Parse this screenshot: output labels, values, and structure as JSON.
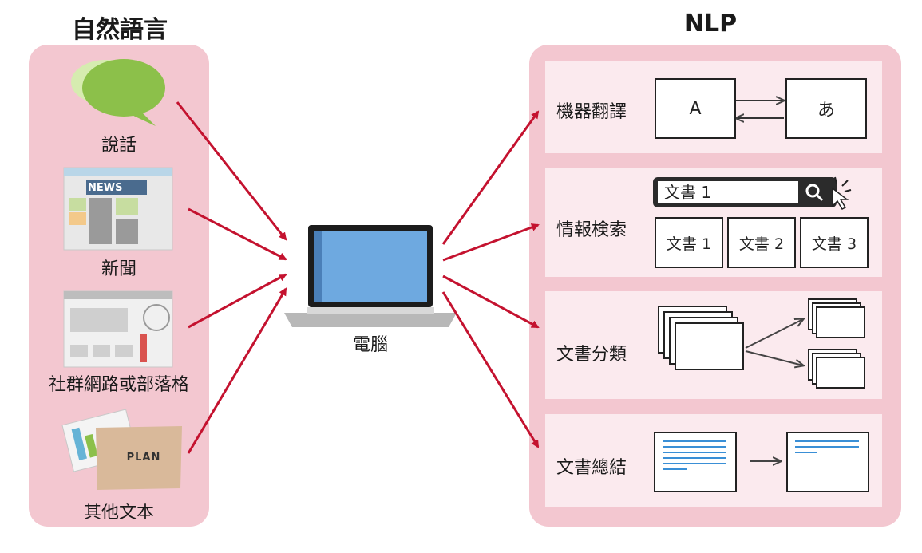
{
  "left": {
    "title": "自然語言",
    "items": [
      {
        "label": "說話",
        "icon": "speech-bubble-icon"
      },
      {
        "label": "新聞",
        "icon": "newspaper-icon",
        "badge": "NEWS"
      },
      {
        "label": "社群網路或部落格",
        "icon": "webpage-icon"
      },
      {
        "label": "其他文本",
        "icon": "documents-icon",
        "folder_text": "PLAN"
      }
    ]
  },
  "center": {
    "label": "電腦",
    "icon": "laptop-icon"
  },
  "right": {
    "title": "NLP",
    "tasks": [
      {
        "label": "機器翻譯",
        "source": "A",
        "target": "あ"
      },
      {
        "label": "情報検索",
        "query": "文書 1",
        "results": [
          "文書 1",
          "文書 2",
          "文書 3"
        ]
      },
      {
        "label": "文書分類"
      },
      {
        "label": "文書總結"
      }
    ]
  },
  "colors": {
    "panel": "#f3c7d0",
    "task_box": "#fbeaee",
    "arrow": "#c4122f"
  }
}
